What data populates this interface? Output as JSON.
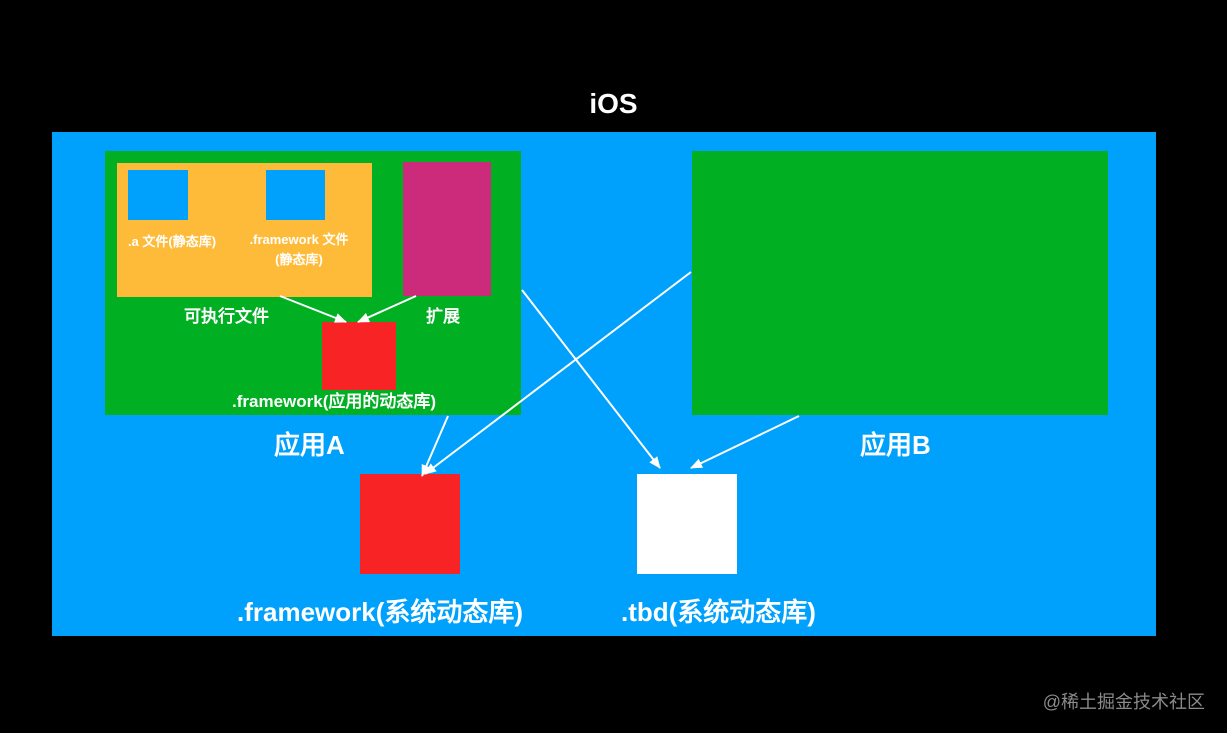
{
  "diagram": {
    "title": "iOS",
    "app_a": {
      "name": "应用A",
      "static_lib_a_label": ".a 文件(静态库)",
      "static_framework_label_line1": ".framework 文件",
      "static_framework_label_line2": "(静态库)",
      "executable_label": "可执行文件",
      "extension_label": "扩展",
      "app_framework_label": ".framework(应用的动态库)"
    },
    "app_b": {
      "name": "应用B"
    },
    "system_framework_label": ".framework(系统动态库)",
    "system_tbd_label": ".tbd(系统动态库)",
    "watermark": "@稀土掘金技术社区",
    "colors": {
      "background": "#000000",
      "ios_area": "#00a1fc",
      "app": "#00af22",
      "executable": "#fdbb39",
      "static_lib": "#00a1fc",
      "extension": "#cc2a7b",
      "framework": "#f82325",
      "tbd": "#ffffff",
      "arrow": "#ffffff"
    }
  }
}
